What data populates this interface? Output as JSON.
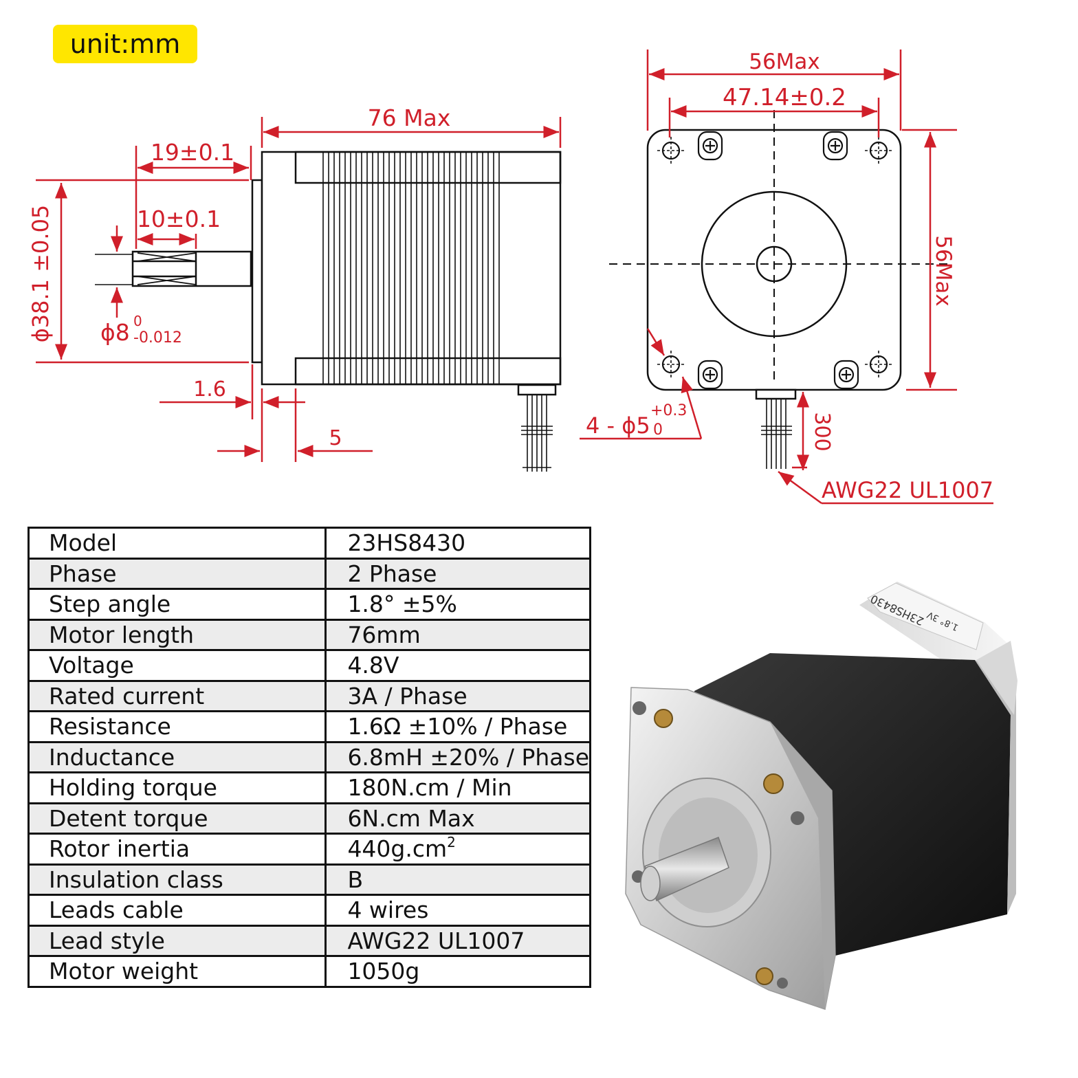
{
  "unit_label": "unit:mm",
  "side_view": {
    "length": "76 Max",
    "shaft_length": "19±0.1",
    "flat_length": "10±0.1",
    "boss_diameter": "ϕ38.1 ±0.05",
    "shaft_diameter": "ϕ8",
    "shaft_tol_upper": "0",
    "shaft_tol_lower": "-0.012",
    "boss_height": "1.6",
    "flange_thickness": "5"
  },
  "front_view": {
    "width": "56Max",
    "hole_spacing": "47.14±0.2",
    "height": "56Max",
    "holes": "4 - ϕ5",
    "holes_tol_upper": "+0.3",
    "holes_tol_lower": "0",
    "lead_length": "300",
    "wire": "AWG22 UL1007"
  },
  "specs": [
    {
      "label": "Model",
      "value": "23HS8430"
    },
    {
      "label": "Phase",
      "value": "2 Phase"
    },
    {
      "label": "Step angle",
      "value": "1.8°   ±5%"
    },
    {
      "label": "Motor length",
      "value": "76mm"
    },
    {
      "label": "Voltage",
      "value": "4.8V"
    },
    {
      "label": "Rated current",
      "value": "3A / Phase"
    },
    {
      "label": "Resistance",
      "value": "1.6Ω  ±10% / Phase"
    },
    {
      "label": "Inductance",
      "value": "6.8mH  ±20% / Phase"
    },
    {
      "label": "Holding torque",
      "value": "180N.cm / Min"
    },
    {
      "label": "Detent torque",
      "value": "6N.cm Max"
    },
    {
      "label": "Rotor inertia",
      "value": "440g.cm",
      "superscript": "2"
    },
    {
      "label": "Insulation class",
      "value": "B"
    },
    {
      "label": "Leads cable",
      "value": "4 wires"
    },
    {
      "label": "Lead style",
      "value": "AWG22 UL1007"
    },
    {
      "label": "Motor weight",
      "value": "1050g"
    }
  ],
  "photo_label": {
    "line1": "23HS8430",
    "line2": "1.8°  3V"
  },
  "colors": {
    "dimension": "#d01f2a",
    "badge": "#ffe600",
    "outline": "#111111"
  }
}
